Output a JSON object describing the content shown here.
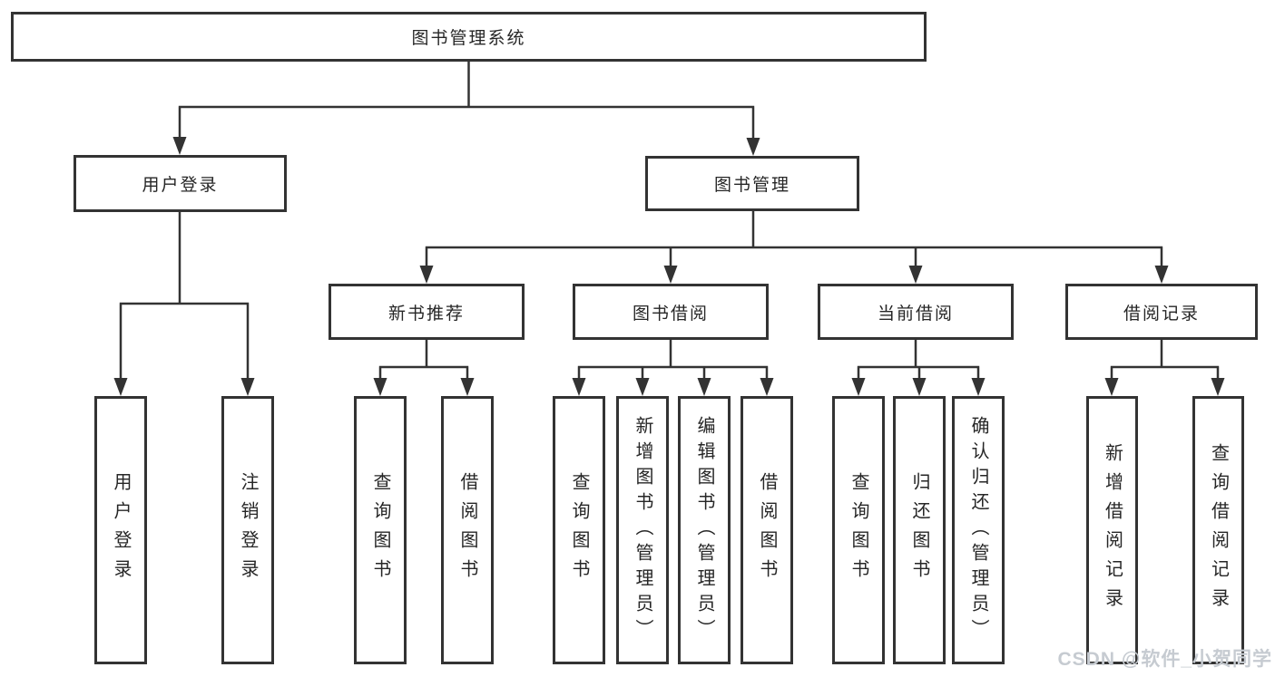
{
  "tree": {
    "label": "图书管理系统",
    "children": [
      {
        "label": "用户登录",
        "children": [
          {
            "label": "用户登录"
          },
          {
            "label": "注销登录"
          }
        ]
      },
      {
        "label": "图书管理",
        "children": [
          {
            "label": "新书推荐",
            "children": [
              {
                "label": "查询图书"
              },
              {
                "label": "借阅图书"
              }
            ]
          },
          {
            "label": "图书借阅",
            "children": [
              {
                "label": "查询图书"
              },
              {
                "label": "新增图书（管理员）"
              },
              {
                "label": "编辑图书（管理员）"
              },
              {
                "label": "借阅图书"
              }
            ]
          },
          {
            "label": "当前借阅",
            "children": [
              {
                "label": "查询图书"
              },
              {
                "label": "归还图书"
              },
              {
                "label": "确认归还（管理员）"
              }
            ]
          },
          {
            "label": "借阅记录",
            "children": [
              {
                "label": "新增借阅记录"
              },
              {
                "label": "查询借阅记录"
              }
            ]
          }
        ]
      }
    ]
  },
  "watermark": "CSDN @软件_小贺同学",
  "colors": {
    "line": "#333333",
    "border": "#333333",
    "text": "#262626",
    "background": "#ffffff",
    "watermark": "#c6cbd1"
  }
}
